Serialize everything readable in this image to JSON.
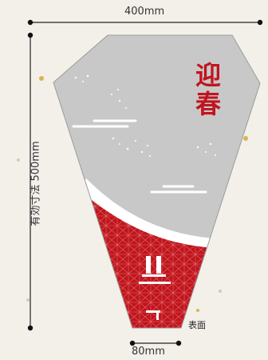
{
  "dimensions": {
    "top_width": "400mm",
    "bottom_width": "80mm",
    "effective_height": "有効寸法 500mm"
  },
  "face_label": "表面",
  "greeting": [
    "迎",
    "春"
  ],
  "colors": {
    "sleeve_gray": "#c8c8c9",
    "pattern_red": "#c0151d",
    "greeting_red": "#c0151d",
    "background": "#f3f0ea"
  }
}
